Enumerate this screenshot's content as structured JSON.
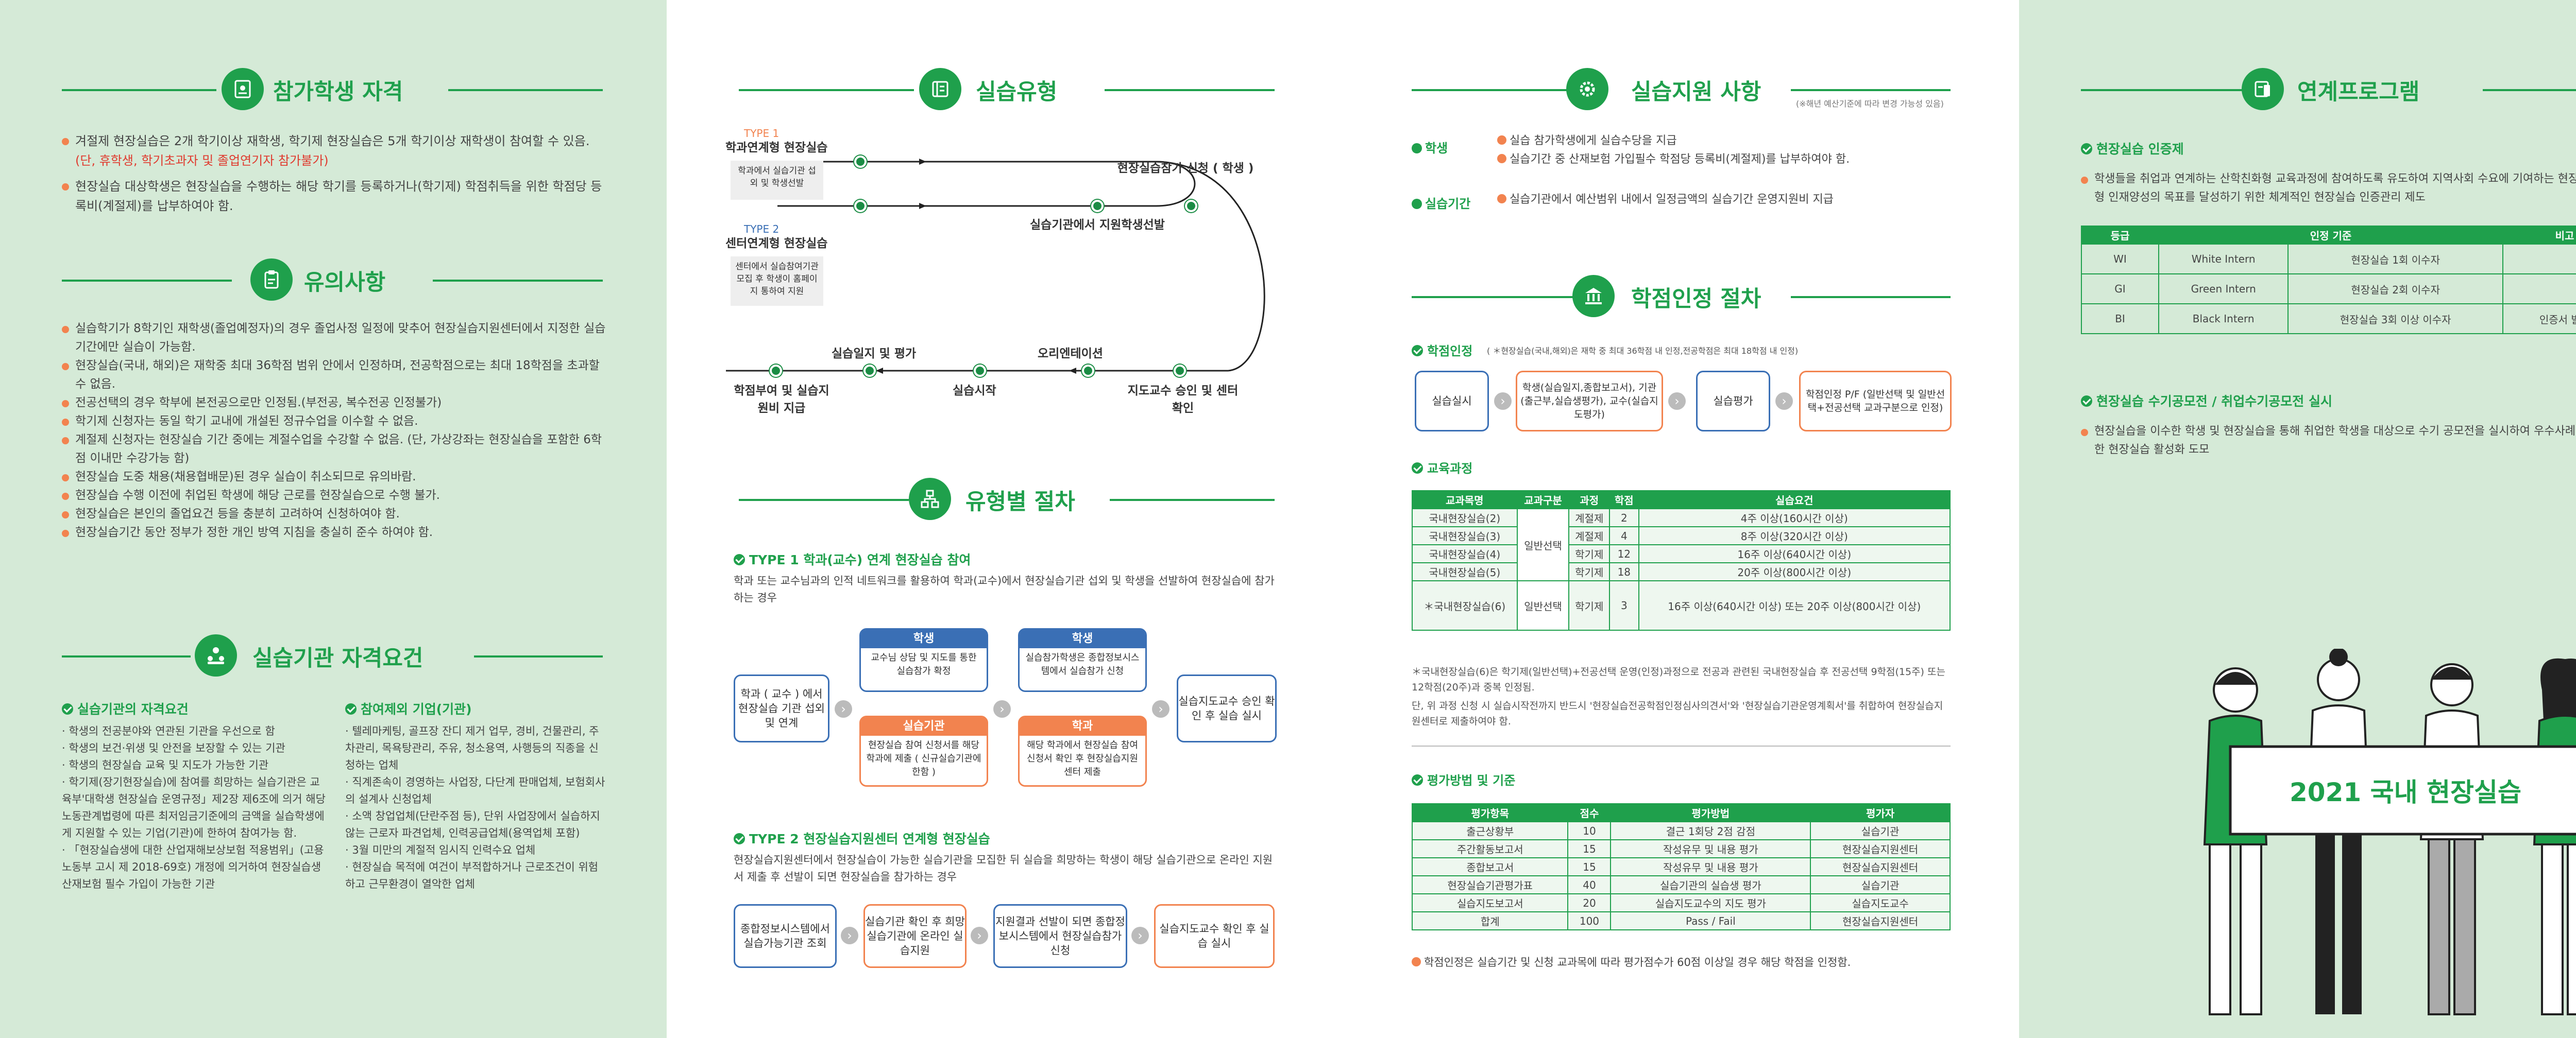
{
  "panel1": {
    "s1_title": "참가학생 자격",
    "s1_items": [
      "겨절제 현장실습은 2개 학기이상 재학생, 학기제 현장실습은 5개 학기이상 재학생이 참여할 수 있음.",
      "(단, 휴학생, 학기초과자 및 졸업연기자 참가불가)",
      "현장실습 대상학생은 현장실습을 수행하는 해당 학기를 등록하거나(학기제) 학점취득을 위한 학점당 등록비(계절제)를 납부하여야 함."
    ],
    "s2_title": "유의사항",
    "s2_items": [
      "실습학기가 8학기인 재학생(졸업예정자)의 경우 졸업사정 일정에 맞추어 현장실습지원센터에서 지정한 실습기간에만 실습이 가능함.",
      "현장실습(국내, 해외)은 재학중 최대 36학점 범위 안에서 인정하며, 전공학점으로는 최대 18학점을 초과할 수 없음.",
      "전공선택의 경우 학부에 본전공으로만 인정됨.(부전공, 복수전공 인정불가)",
      "학기제 신청자는 동일 학기 교내에 개설된 정규수업을 이수할 수 없음.",
      "계절제 신청자는 현장실습 기간 중에는 계절수업을 수강할 수 없음. (단, 가상강좌는 현장실습을 포함한 6학점 이내만 수강가능 함)",
      "현장실습 도중 채용(채용협배문)된 경우 실습이 취소되므로 유의바람.",
      "현장실습 수행 이전에 취업된 학생에 해당 근로를 현장실습으로 수행 불가.",
      "현장실습은 본인의 졸업요건 등을 충분히 고려하여 신청하여야 함.",
      "현장실습기간 동안 정부가 정한 개인 방역 지침을 충실히 준수 하여야 함."
    ],
    "s3_title": "실습기관 자격요건",
    "s3_left_head": "실습기관의 자격요건",
    "s3_left": [
      "학생의 전공분야와 연관된 기관을 우선으로 함",
      "학생의 보건·위생 및 안전을 보장할 수 있는 기관",
      "학생의 현장실습 교육 및 지도가 가능한 기관",
      "학기제(장기현장실습)에 참여를 희망하는 실습기관은 교육부'대학생 현장실습 운영규정」제2장 제6조에 의거 해당 노동관계법령에 따른 최저임금기준에의 금액을 실습학생에게 지원할 수 있는 기업(기관)에 한하여 참여가능 함.",
      "「현장실습생에 대한 산업재해보상보험 적용범위」(고용노동부 고시 제 2018-69호) 개정에 의거하여 현장실습생 산재보험 필수 가입이 가능한 기관"
    ],
    "s3_right_head": "참여제외 기업(기관)",
    "s3_right": [
      "텔레마케팅, 골프장 잔디 제거 업무, 경비, 건물관리, 주차관리, 목욕탕관리, 주유, 청소용역, 사행등의 직종을 신청하는 업체",
      "직계존속이 경영하는 사업장, 다단계 판매업체, 보험회사의 설계사 신청업체",
      "소액 창업업체(단란주점 등), 단위 사업장에서 실습하지 않는 근로자 파견업체, 인력공급업체(용역업체 포함)",
      "3월 미만의 계절적 임시직 인력수요 업체",
      "현장실습 목적에 여건이 부적합하거나 근로조건이 위험하고 근무환경이 열악한 업체"
    ]
  },
  "panel2": {
    "s1_title": "실습유형",
    "type1_label": "TYPE 1",
    "type1_name": "학과연계형 현장실습",
    "type1_desc": "학과에서 실습기관 섭외 및 학생선발",
    "type2_label": "TYPE 2",
    "type2_name": "센터연계형 현장실습",
    "type2_desc": "센터에서 실습참여기관 모집 후 학생이 홈페이지 통하여 지원",
    "node_apply": "현장실습참가 신청 ( 학생 )",
    "node_select": "실습기관에서 지원학생선발",
    "node_approve": "지도교수 승인 및 센터 확인",
    "node_orient": "오리엔테이션",
    "node_start": "실습시작",
    "node_log": "실습일지 및 평가",
    "node_grade": "학점부여 및 실습지원비 지급",
    "s2_title": "유형별 절차",
    "t1_head": "TYPE 1  학과(교수) 연계 현장실습 참여",
    "t1_desc": "학과 또는 교수님과의 인적 네트워크를 활용하여 학과(교수)에서 현장실습기관 섭외 및 학생을 선발하여 현장실습에 참가하는 경우",
    "t1_box1": "학과 ( 교수 ) 에서 현장실습 기관 섭외 및 연계",
    "t1_box2_head": "학생",
    "t1_box2": "교수님 상담 및 지도를 통한 실습참가 확정",
    "t1_box3_head": "실습기관",
    "t1_box3": "현장실습 참여 신청서를 해당 학과에 제출 ( 신규실습기관에 한함 )",
    "t1_box4_head": "학생",
    "t1_box4": "실습참가학생은 종합정보시스템에서 실습참가 신청",
    "t1_box5_head": "학과",
    "t1_box5": "해당 학과에서 현장실습 참여 신청서 확인 후 현장실습지원센터 제출",
    "t1_box6": "실습지도교수 승인 확인 후 실습 실시",
    "t2_head": "TYPE 2  현장실습지원센터 연계형 현장실습",
    "t2_desc": "현장실습지원센터에서 현장실습이 가능한 실습기관을 모집한 뒤 실습을 희망하는 학생이 해당 실습기관으로 온라인 지원서 제출 후 선발이 되면 현장실습을 참가하는 경우",
    "t2_box1": "종합정보시스템에서 실습가능기관 조회",
    "t2_box2": "실습기관 확인 후 희망 실습기관에 온라인 실습지원",
    "t2_box3": "지원결과 선발이 되면 종합정보시스템에서 현장실습참가 신청",
    "t2_box4": "실습지도교수 확인 후 실습 실시"
  },
  "panel3": {
    "s1_title": "실습지원 사항",
    "s1_note": "(※해년 예산기준에 따라 변경 가능성 있음)",
    "student_label": "학생",
    "student_items": [
      "실습 참가학생에게 실습수당을 지급",
      "실습기간 중 산재보험 가입필수 학점당 등록비(계절제)를 납부하여야 함."
    ],
    "period_label": "실습기간",
    "period_items": [
      "실습기관에서 예산범위 내에서 일정금액의 실습기간 운영지원비 지급"
    ],
    "s2_title": "학점인정 절차",
    "credit_head": "학점인정",
    "credit_note": "( ＊현장실습(국내,해외)은 재학 중 최대 36학점 내 인정,전공학점은 최대 18학점 내 인정)",
    "flow": [
      "실습실시",
      "학생(실습일지,종합보고서), 기관(출근부,실습생평가), 교수(실습지도평가)",
      "실습평가",
      "학점인정 P/F (일반선택 및 일반선택+전공선택 교과구분으로 인정)"
    ],
    "edu_head": "교육과정",
    "edu_headers": [
      "교과목명",
      "교과구분",
      "과정",
      "학점",
      "실습요건"
    ],
    "edu_rows": [
      [
        "국내현장실습(2)",
        "",
        "계절제",
        "2",
        "4주 이상(160시간 이상)"
      ],
      [
        "국내현장실습(3)",
        "",
        "계절제",
        "4",
        "8주 이상(320시간 이상)"
      ],
      [
        "국내현장실습(4)",
        "일반선택",
        "학기제",
        "12",
        "16주 이상(640시간 이상)"
      ],
      [
        "국내현장실습(5)",
        "",
        "학기제",
        "18",
        "20주 이상(800시간 이상)"
      ],
      [
        "＊국내현장실습(6)",
        "일반선택",
        "학기제",
        "3",
        "16주 이상(640시간 이상) 또는 20주 이상(800시간 이상)"
      ]
    ],
    "edu_note1": "＊국내현장실습(6)은 학기제(일반선택)+전공선택 운영(인정)과정으로 전공과 관련된 국내현장실습 후 전공선택 9학점(15주) 또는 12학점(20주)과 중복 인정됨.",
    "edu_note2": "단, 위 과정 신청 시 실습시작전까지 반드시 '현장실습전공학점인정심사의견서'와 '현장실습기관운영계획서'를 취합하여 현장실습지원센터로 제출하여야 함.",
    "eval_head": "평가방법 및 기준",
    "eval_headers": [
      "평가항목",
      "점수",
      "평가방법",
      "평가자"
    ],
    "eval_rows": [
      [
        "출근상황부",
        "10",
        "결근 1회당 2점 감점",
        "실습기관"
      ],
      [
        "주간활동보고서",
        "15",
        "작성유무 및 내용 평가",
        "현장실습지원센터"
      ],
      [
        "종합보고서",
        "15",
        "작성유무 및 내용 평가",
        "현장실습지원센터"
      ],
      [
        "현장실습기관평가표",
        "40",
        "실습기관의 실습생 평가",
        "실습기관"
      ],
      [
        "실습지도보고서",
        "20",
        "실습지도교수의 지도 평가",
        "실습지도교수"
      ],
      [
        "합계",
        "100",
        "Pass / Fail",
        "현장실습지원센터"
      ]
    ],
    "eval_note": "학점인정은 실습기간 및 신청 교과목에 따라 평가점수가 60점 이상일 경우 해당 학점을 인정함."
  },
  "panel4": {
    "s1_title": "연계프로그램",
    "cert_head": "현장실습 인증제",
    "cert_desc": "학생들을 취업과 연계하는 산학친화형 교육과정에 참여하도록 유도하여 지역사회 수요에 기여하는 현장밀착 실무형 인재양성의 목표를 달성하기 위한 체계적인 현장실습 인증관리 제도",
    "cert_headers": [
      "등급",
      "인정 기준",
      "비고"
    ],
    "cert_rows": [
      [
        "WI",
        "White Intern",
        "현장실습 1회 이수자",
        ""
      ],
      [
        "GI",
        "Green Intern",
        "현장실습 2회 이수자",
        ""
      ],
      [
        "BI",
        "Black Intern",
        "현장실습 3회 이상 이수자",
        "인증서 발급"
      ]
    ],
    "recruit_head": "현장실습 수기공모전 / 취업수기공모전 실시",
    "recruit_desc": "현장실습을 이수한 학생 및 현장실습을 통해 취업한 학생을 대상으로 수기 공모전을 실시하여 우수사례공유를 통한 현장실습 활성화 도모",
    "banner": "2021 국내 현장실습"
  },
  "colors": {
    "green": "#1fa04c",
    "light_green": "#d5ead7",
    "orange": "#f2834f",
    "blue": "#3a6fb5"
  }
}
